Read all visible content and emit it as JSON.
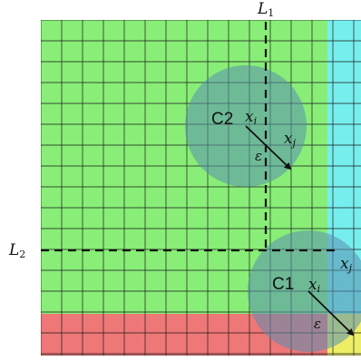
{
  "labels": {
    "line1": "L",
    "line1_sub": "1",
    "line2": "L",
    "line2_sub": "2",
    "cluster2": "C2",
    "cluster1": "C1",
    "c2_xi": "x",
    "c2_xi_sub": "i",
    "c2_xj": "x",
    "c2_xj_sub": "j",
    "c2_eps": "ε",
    "c1_xi": "x",
    "c1_xi_sub": "i",
    "c1_xj": "x",
    "c1_xj_sub": "j",
    "c1_eps": "ε"
  },
  "colors": {
    "green_region": "#88ee77",
    "cyan_region": "#77eeee",
    "red_region": "#ee7777",
    "yellow_region": "#eeee66",
    "circle_fill": "#5a8fb0",
    "grid_line": "#1a1a1a",
    "arrow": "#111111"
  }
}
